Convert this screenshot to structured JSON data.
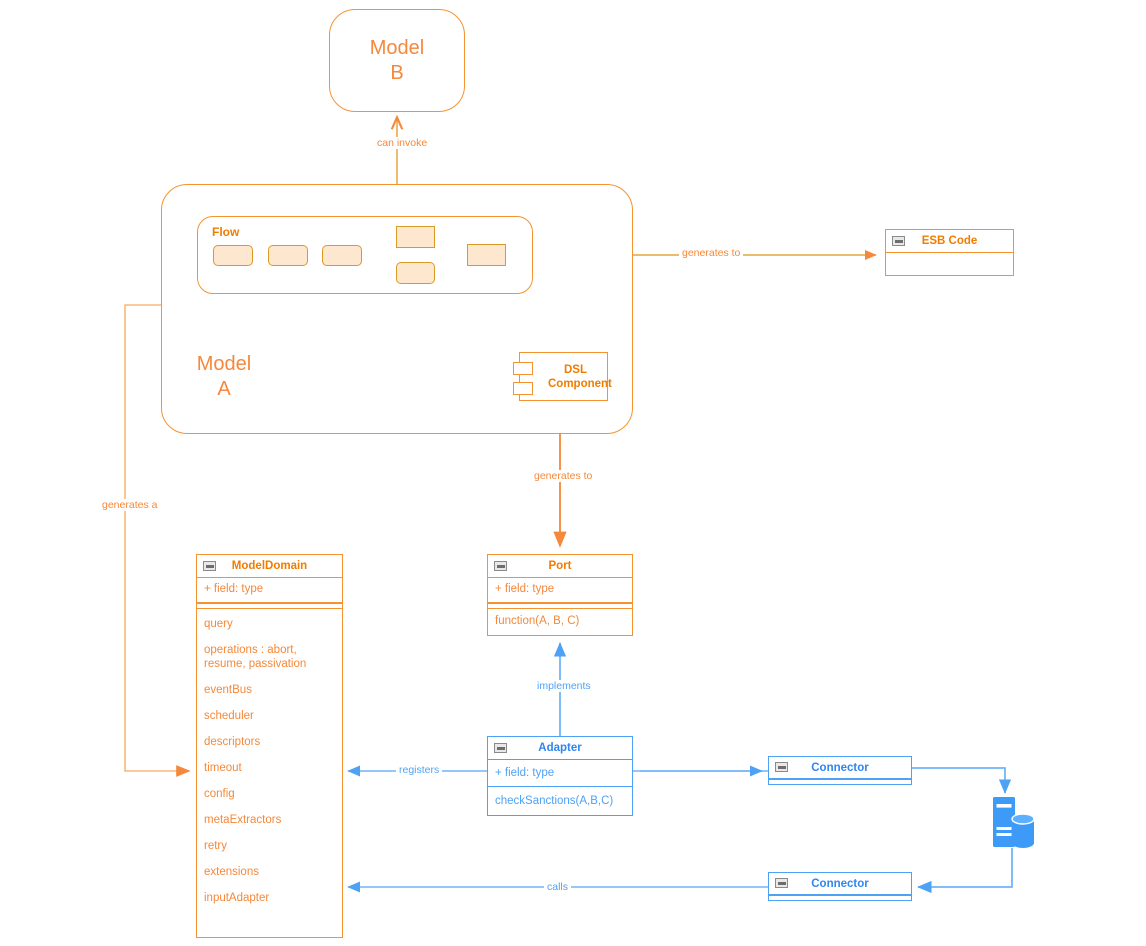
{
  "diagram": {
    "title": "Model-driven ESB architecture diagram",
    "colors": {
      "orange": "#f5883a",
      "orange_strong": "#f07c00",
      "orange_border": "#f59331",
      "flow_fill": "#fde7ce",
      "flow_border": "#d99a28",
      "blue": "#4ea2f5",
      "blue_strong": "#2f86ef",
      "glyph_gray": "#8a8a8a",
      "background": "#ffffff"
    }
  },
  "model_b": {
    "line1": "Model",
    "line2": "B"
  },
  "model_a": {
    "line1": "Model",
    "line2": "A"
  },
  "flow": {
    "title": "Flow",
    "steps": [
      {
        "id": "step-1",
        "shape": "rounded"
      },
      {
        "id": "step-2",
        "shape": "rounded"
      },
      {
        "id": "step-3",
        "shape": "rounded"
      },
      {
        "id": "branch-top",
        "shape": "square"
      },
      {
        "id": "branch-bottom",
        "shape": "rounded"
      },
      {
        "id": "step-join",
        "shape": "square"
      }
    ]
  },
  "esb_code": {
    "title": "ESB Code",
    "glyph": "uml-class-icon"
  },
  "dsl_component": {
    "line1": "DSL",
    "line2": "Component",
    "glyph": "component-icon"
  },
  "model_domain": {
    "title": "ModelDomain",
    "glyph": "uml-class-icon",
    "field": "+ field: type",
    "attributes": [
      "query",
      "operations : abort, resume, passivation",
      "eventBus",
      "scheduler",
      "descriptors",
      "timeout",
      "config",
      "metaExtractors",
      "retry",
      "extensions",
      "inputAdapter"
    ]
  },
  "port": {
    "title": "Port",
    "glyph": "uml-class-icon",
    "field": "+ field: type",
    "operation": "function(A, B, C)"
  },
  "adapter": {
    "title": "Adapter",
    "glyph": "uml-class-icon",
    "field": "+ field: type",
    "operation": "checkSanctions(A,B,C)"
  },
  "connector_top": {
    "title": "Connector",
    "glyph": "uml-class-icon"
  },
  "connector_bottom": {
    "title": "Connector",
    "glyph": "uml-class-icon"
  },
  "database": {
    "glyph": "database-server-icon"
  },
  "edges": {
    "can_invoke": "can invoke",
    "generates_to_esb": "generates to",
    "generates_to_port": "generates to",
    "generates_a": "generates a",
    "implements": "implements",
    "registers": "registers",
    "calls": "calls"
  }
}
